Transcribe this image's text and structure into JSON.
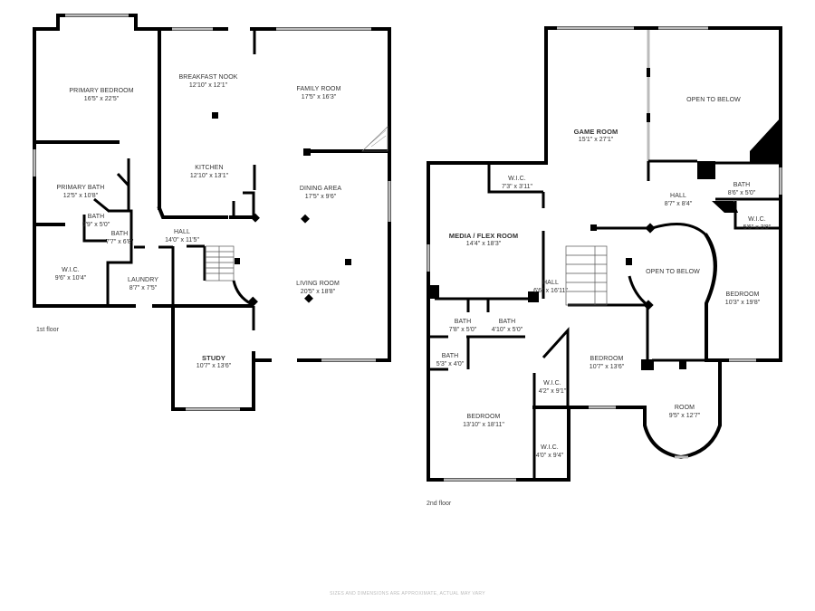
{
  "floors": [
    {
      "caption": "1st floor",
      "rooms": [
        {
          "name": "PRIMARY BEDROOM",
          "dim": "16'5\" x 22'5\""
        },
        {
          "name": "PRIMARY BATH",
          "dim": "12'5\" x 10'8\""
        },
        {
          "name": "BATH",
          "dim": "5'9\" x 5'0\""
        },
        {
          "name": "BATH",
          "dim": "7'7\" x 6'8\""
        },
        {
          "name": "W.I.C.",
          "dim": "9'6\" x 10'4\""
        },
        {
          "name": "LAUNDRY",
          "dim": "8'7\" x 7'5\""
        },
        {
          "name": "HALL",
          "dim": "14'0\" x 11'5\""
        },
        {
          "name": "BREAKFAST NOOK",
          "dim": "12'10\" x 12'1\""
        },
        {
          "name": "KITCHEN",
          "dim": "12'10\" x 13'1\""
        },
        {
          "name": "FAMILY ROOM",
          "dim": "17'5\" x 16'3\""
        },
        {
          "name": "DINING AREA",
          "dim": "17'5\" x 9'6\""
        },
        {
          "name": "LIVING ROOM",
          "dim": "20'5\" x 18'8\""
        },
        {
          "name": "STUDY",
          "dim": "10'7\" x 13'6\""
        }
      ]
    },
    {
      "caption": "2nd floor",
      "rooms": [
        {
          "name": "GAME ROOM",
          "dim": "15'1\" x 27'1\""
        },
        {
          "name": "OPEN TO BELOW",
          "dim": ""
        },
        {
          "name": "W.I.C.",
          "dim": "7'3\" x 3'11\""
        },
        {
          "name": "HALL",
          "dim": "8'7\" x 8'4\""
        },
        {
          "name": "BATH",
          "dim": "8'6\" x 5'0\""
        },
        {
          "name": "W.I.C.",
          "dim": "5'6\" x 3'8\""
        },
        {
          "name": "MEDIA / FLEX ROOM",
          "dim": "14'4\" x 18'3\""
        },
        {
          "name": "HALL",
          "dim": "6'6\" x 16'11\""
        },
        {
          "name": "OPEN TO BELOW",
          "dim": ""
        },
        {
          "name": "BEDROOM",
          "dim": "10'3\" x 19'8\""
        },
        {
          "name": "BATH",
          "dim": "7'8\" x 5'0\""
        },
        {
          "name": "BATH",
          "dim": "4'10\" x 5'0\""
        },
        {
          "name": "BATH",
          "dim": "5'3\" x 4'0\""
        },
        {
          "name": "W.I.C.",
          "dim": "4'2\" x 9'1\""
        },
        {
          "name": "BEDROOM",
          "dim": "10'7\" x 13'6\""
        },
        {
          "name": "BEDROOM",
          "dim": "13'10\" x 18'11\""
        },
        {
          "name": "W.I.C.",
          "dim": "4'0\" x 9'4\""
        },
        {
          "name": "ROOM",
          "dim": "9'5\" x 12'7\""
        }
      ]
    }
  ],
  "disclaimer": "SIZES AND DIMENSIONS ARE APPROXIMATE, ACTUAL MAY VARY"
}
